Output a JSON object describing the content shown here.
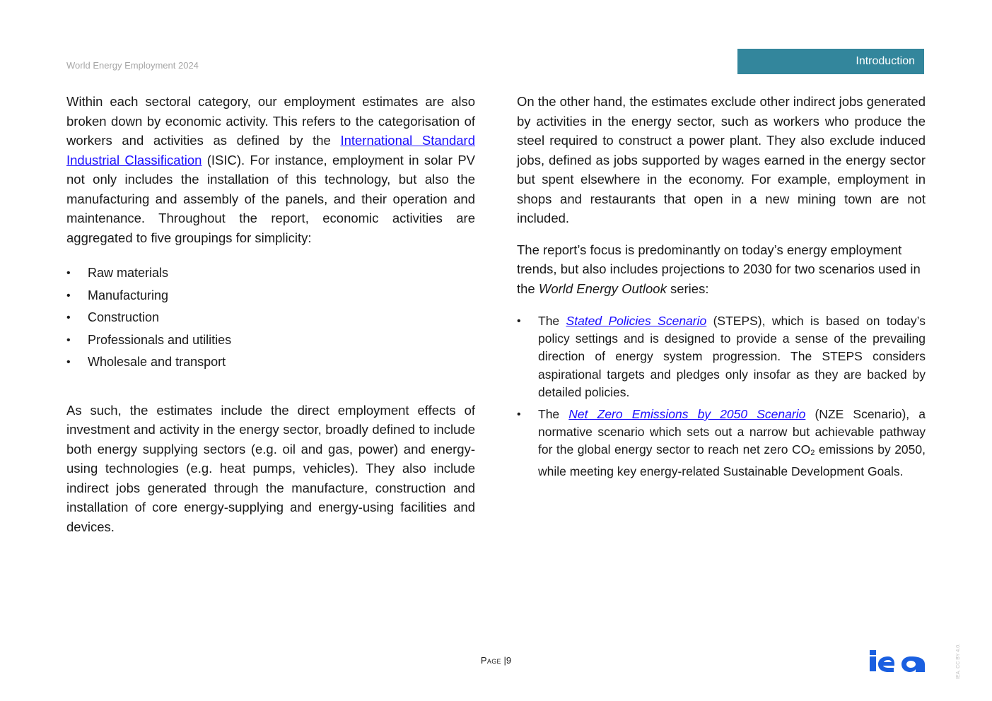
{
  "header": {
    "report_title": "World Energy Employment 2024",
    "section_tab": "Introduction"
  },
  "left": {
    "p1": {
      "before_link": "Within each sectoral category, our employment estimates are also broken down by economic activity. This refers to the categorisation of workers and activities as defined by the ",
      "link": "International Standard Industrial Classification",
      "after_link": " (ISIC). For instance, employment in solar PV not only includes the installation of this technology, but also the manufacturing and assembly of the panels, and their operation and maintenance. Throughout the report, economic activities are aggregated to five groupings for simplicity:"
    },
    "activities": [
      "Raw materials",
      "Manufacturing",
      "Construction",
      "Professionals and utilities",
      "Wholesale and transport"
    ],
    "p2": "As such, the estimates include the direct employment effects of investment and activity in the energy sector, broadly defined to include both energy supplying sectors (e.g. oil and gas, power) and energy-using technologies (e.g. heat pumps, vehicles). They also include indirect jobs generated through the manufacture, construction and installation of core energy-supplying and energy-using facilities and devices."
  },
  "right": {
    "p1": "On the other hand, the estimates exclude other indirect jobs generated by activities in the energy sector, such as workers who produce the steel required to construct a power plant. They also exclude induced jobs, defined as jobs supported by wages earned in the energy sector but spent elsewhere in the economy. For example, employment in shops and restaurants that open in a new mining town are not included.",
    "p2": {
      "before": "The report’s focus is predominantly on today’s energy employment trends, but also includes projections to 2030 for two scenarios used in the ",
      "italic": "World Energy Outlook",
      "after": " series:"
    },
    "scenarios": [
      {
        "prefix": "The ",
        "link": "Stated Policies Scenario",
        "text": " (STEPS), which is based on today’s policy settings and is designed to provide a sense of the prevailing direction of energy system progression. The STEPS considers aspirational targets and pledges only insofar as they are backed by detailed policies."
      },
      {
        "prefix": "The ",
        "link": "Net Zero Emissions by 2050 Scenario",
        "text_before_sub": " (NZE Scenario), a normative scenario which sets out a narrow but achievable pathway for the global energy sector to reach net zero CO",
        "sub": "2",
        "text_after_sub": " emissions by 2050, while meeting key energy-related Sustainable Development Goals."
      }
    ]
  },
  "footer": {
    "page_label": "Page",
    "separator": "|",
    "page_number": "9",
    "logo_text": "iea",
    "license": "IEA. CC BY 4.0."
  },
  "colors": {
    "tab_background": "#33869c",
    "link": "#1a0dff",
    "logo": "#1a5fe0"
  }
}
